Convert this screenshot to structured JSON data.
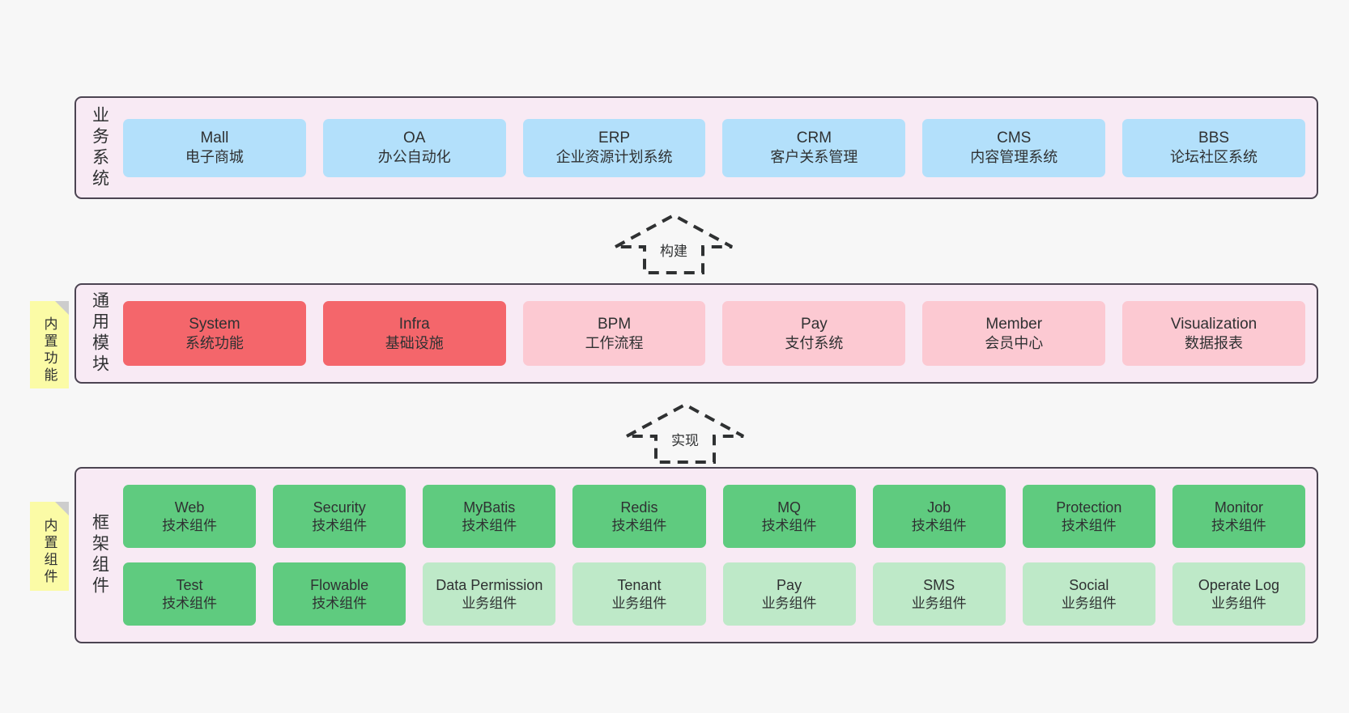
{
  "diagram": {
    "background": "#f7f7f7",
    "panel_border": "#4c4452",
    "panel_fill": "#f8eaf4"
  },
  "layers": [
    {
      "id": "business",
      "title": "业务系统",
      "rows": [
        {
          "cards": [
            {
              "name": "Mall",
              "desc": "电子商城",
              "color": "#b3e0fb",
              "style": "c-blue"
            },
            {
              "name": "OA",
              "desc": "办公自动化",
              "color": "#b3e0fb",
              "style": "c-blue"
            },
            {
              "name": "ERP",
              "desc": "企业资源计划系统",
              "color": "#b3e0fb",
              "style": "c-blue"
            },
            {
              "name": "CRM",
              "desc": "客户关系管理",
              "color": "#b3e0fb",
              "style": "c-blue"
            },
            {
              "name": "CMS",
              "desc": "内容管理系统",
              "color": "#b3e0fb",
              "style": "c-blue"
            },
            {
              "name": "BBS",
              "desc": "论坛社区系统",
              "color": "#b3e0fb",
              "style": "c-blue"
            }
          ]
        }
      ]
    },
    {
      "id": "common",
      "title": "通用模块",
      "sticky": "内置功能",
      "rows": [
        {
          "cards": [
            {
              "name": "System",
              "desc": "系统功能",
              "color": "#f4666b",
              "style": "c-red"
            },
            {
              "name": "Infra",
              "desc": "基础设施",
              "color": "#f4666b",
              "style": "c-red"
            },
            {
              "name": "BPM",
              "desc": "工作流程",
              "color": "#fcc9d2",
              "style": "c-pink"
            },
            {
              "name": "Pay",
              "desc": "支付系统",
              "color": "#fcc9d2",
              "style": "c-pink"
            },
            {
              "name": "Member",
              "desc": "会员中心",
              "color": "#fcc9d2",
              "style": "c-pink"
            },
            {
              "name": "Visualization",
              "desc": "数据报表",
              "color": "#fcc9d2",
              "style": "c-pink"
            }
          ]
        }
      ]
    },
    {
      "id": "framework",
      "title": "框架组件",
      "sticky": "内置组件",
      "rows": [
        {
          "cards": [
            {
              "name": "Web",
              "desc": "技术组件",
              "color": "#5fcb7f",
              "style": "c-green"
            },
            {
              "name": "Security",
              "desc": "技术组件",
              "color": "#5fcb7f",
              "style": "c-green"
            },
            {
              "name": "MyBatis",
              "desc": "技术组件",
              "color": "#5fcb7f",
              "style": "c-green"
            },
            {
              "name": "Redis",
              "desc": "技术组件",
              "color": "#5fcb7f",
              "style": "c-green"
            },
            {
              "name": "MQ",
              "desc": "技术组件",
              "color": "#5fcb7f",
              "style": "c-green"
            },
            {
              "name": "Job",
              "desc": "技术组件",
              "color": "#5fcb7f",
              "style": "c-green"
            },
            {
              "name": "Protection",
              "desc": "技术组件",
              "color": "#5fcb7f",
              "style": "c-green"
            },
            {
              "name": "Monitor",
              "desc": "技术组件",
              "color": "#5fcb7f",
              "style": "c-green"
            }
          ]
        },
        {
          "cards": [
            {
              "name": "Test",
              "desc": "技术组件",
              "color": "#5fcb7f",
              "style": "c-green"
            },
            {
              "name": "Flowable",
              "desc": "技术组件",
              "color": "#5fcb7f",
              "style": "c-green"
            },
            {
              "name": "Data Permission",
              "desc": "业务组件",
              "color": "#bee9c8",
              "style": "c-lightgreen"
            },
            {
              "name": "Tenant",
              "desc": "业务组件",
              "color": "#bee9c8",
              "style": "c-lightgreen"
            },
            {
              "name": "Pay",
              "desc": "业务组件",
              "color": "#bee9c8",
              "style": "c-lightgreen"
            },
            {
              "name": "SMS",
              "desc": "业务组件",
              "color": "#bee9c8",
              "style": "c-lightgreen"
            },
            {
              "name": "Social",
              "desc": "业务组件",
              "color": "#bee9c8",
              "style": "c-lightgreen"
            },
            {
              "name": "Operate Log",
              "desc": "业务组件",
              "color": "#bee9c8",
              "style": "c-lightgreen"
            }
          ]
        }
      ]
    }
  ],
  "arrows": [
    {
      "id": "build",
      "label": "构建",
      "direction": "up",
      "style": "dashed-hollow"
    },
    {
      "id": "impl",
      "label": "实现",
      "direction": "up",
      "style": "dashed-hollow"
    }
  ]
}
